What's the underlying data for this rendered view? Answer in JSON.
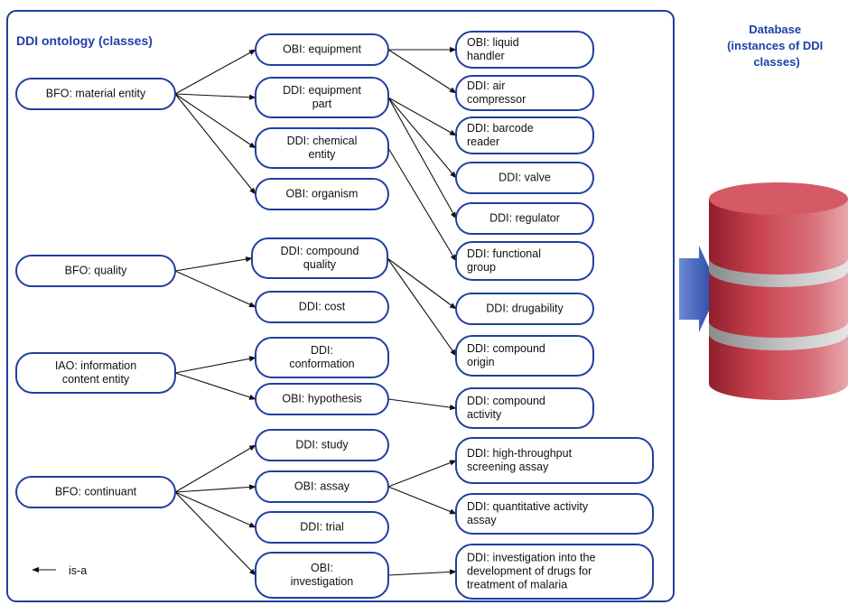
{
  "panel": {
    "title": "DDI ontology (classes)"
  },
  "database": {
    "title_lines": [
      "Database",
      "(instances of DDI",
      "classes)"
    ]
  },
  "legend": {
    "label": "is-a"
  },
  "colors": {
    "border": "#1f3f9f",
    "title": "#1f3fa8",
    "cylinder": "#c23f4f",
    "arrow": "#2b4fb0"
  },
  "nodes": [
    {
      "id": "bfo-material-entity",
      "lines": [
        "BFO: material entity"
      ]
    },
    {
      "id": "bfo-quality",
      "lines": [
        "BFO: quality"
      ]
    },
    {
      "id": "iao-information-content-entity",
      "lines": [
        "IAO: information",
        "content entity"
      ]
    },
    {
      "id": "bfo-continuant",
      "lines": [
        "BFO: continuant"
      ]
    },
    {
      "id": "obi-equipment",
      "lines": [
        "OBI: equipment"
      ]
    },
    {
      "id": "ddi-equipment-part",
      "lines": [
        "DDI: equipment",
        "part"
      ]
    },
    {
      "id": "ddi-chemical-entity",
      "lines": [
        "DDI: chemical",
        "entity"
      ]
    },
    {
      "id": "obi-organism",
      "lines": [
        "OBI: organism"
      ]
    },
    {
      "id": "ddi-compound-quality",
      "lines": [
        "DDI: compound",
        "quality"
      ]
    },
    {
      "id": "ddi-cost",
      "lines": [
        "DDI: cost"
      ]
    },
    {
      "id": "ddi-conformation",
      "lines": [
        "DDI:",
        "conformation"
      ]
    },
    {
      "id": "obi-hypothesis",
      "lines": [
        "OBI: hypothesis"
      ]
    },
    {
      "id": "ddi-study",
      "lines": [
        "DDI: study"
      ]
    },
    {
      "id": "obi-assay",
      "lines": [
        "OBI: assay"
      ]
    },
    {
      "id": "ddi-trial",
      "lines": [
        "DDI: trial"
      ]
    },
    {
      "id": "obi-investigation",
      "lines": [
        "OBI:",
        "investigation"
      ]
    },
    {
      "id": "obi-liquid-handler",
      "lines": [
        "OBI: liquid",
        "handler"
      ]
    },
    {
      "id": "ddi-air-compressor",
      "lines": [
        "DDI: air",
        "compressor"
      ]
    },
    {
      "id": "ddi-barcode-reader",
      "lines": [
        "DDI: barcode",
        "reader"
      ]
    },
    {
      "id": "ddi-valve",
      "lines": [
        "DDI: valve"
      ]
    },
    {
      "id": "ddi-regulator",
      "lines": [
        "DDI: regulator"
      ]
    },
    {
      "id": "ddi-functional-group",
      "lines": [
        "DDI: functional",
        "group"
      ]
    },
    {
      "id": "ddi-drugability",
      "lines": [
        "DDI: drugability"
      ]
    },
    {
      "id": "ddi-compound-origin",
      "lines": [
        "DDI: compound",
        "origin"
      ]
    },
    {
      "id": "ddi-compound-activity",
      "lines": [
        "DDI: compound",
        "activity"
      ]
    },
    {
      "id": "ddi-high-throughput-screening-assay",
      "lines": [
        "DDI: high-throughput",
        "screening assay"
      ]
    },
    {
      "id": "ddi-quantitative-activity-assay",
      "lines": [
        "DDI: quantitative activity",
        "assay"
      ]
    },
    {
      "id": "ddi-investigation-malaria",
      "lines": [
        "DDI: investigation into the",
        "development of drugs for",
        "treatment of malaria"
      ]
    }
  ],
  "edges": [
    [
      "bfo-material-entity",
      "obi-equipment"
    ],
    [
      "bfo-material-entity",
      "ddi-equipment-part"
    ],
    [
      "bfo-material-entity",
      "ddi-chemical-entity"
    ],
    [
      "bfo-material-entity",
      "obi-organism"
    ],
    [
      "obi-equipment",
      "obi-liquid-handler"
    ],
    [
      "obi-equipment",
      "ddi-air-compressor"
    ],
    [
      "ddi-equipment-part",
      "ddi-barcode-reader"
    ],
    [
      "ddi-equipment-part",
      "ddi-valve"
    ],
    [
      "ddi-equipment-part",
      "ddi-regulator"
    ],
    [
      "ddi-chemical-entity",
      "ddi-functional-group"
    ],
    [
      "bfo-quality",
      "ddi-compound-quality"
    ],
    [
      "bfo-quality",
      "ddi-cost"
    ],
    [
      "ddi-compound-quality",
      "ddi-drugability"
    ],
    [
      "ddi-compound-quality",
      "ddi-compound-origin"
    ],
    [
      "iao-information-content-entity",
      "ddi-conformation"
    ],
    [
      "iao-information-content-entity",
      "obi-hypothesis"
    ],
    [
      "obi-hypothesis",
      "ddi-compound-activity"
    ],
    [
      "bfo-continuant",
      "ddi-study"
    ],
    [
      "bfo-continuant",
      "obi-assay"
    ],
    [
      "bfo-continuant",
      "ddi-trial"
    ],
    [
      "bfo-continuant",
      "obi-investigation"
    ],
    [
      "obi-assay",
      "ddi-high-throughput-screening-assay"
    ],
    [
      "obi-assay",
      "ddi-quantitative-activity-assay"
    ],
    [
      "obi-investigation",
      "ddi-investigation-malaria"
    ]
  ]
}
